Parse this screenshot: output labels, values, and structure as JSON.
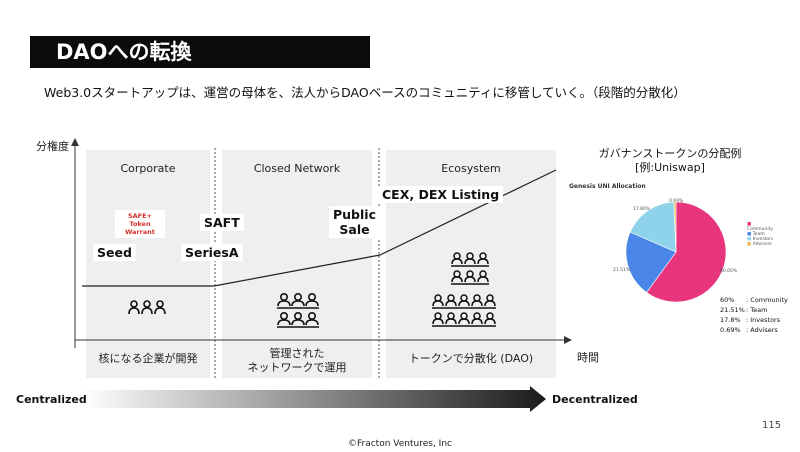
{
  "slide": {
    "title": "DAOへの転換",
    "subtitle": "Web3.0スタートアップは、運営の母体を、法人からDAOベースのコミュニティに移管していく。（段階的分散化）",
    "y_axis_label": "分権度",
    "x_axis_label": "時間",
    "page_number": "115",
    "copyright": "©Fracton Ventures, Inc"
  },
  "stages": [
    {
      "name": "Corporate",
      "bottom": "核になる企業が開発"
    },
    {
      "name": "Closed Network",
      "bottom": "管理された\nネットワークで運用"
    },
    {
      "name": "Ecosystem",
      "bottom": "トークンで分散化 (DAO)"
    }
  ],
  "tags": {
    "safe": "SAFE+\nToken\nWarrant",
    "seed": "Seed",
    "seriesA": "SeriesA",
    "saft": "SAFT",
    "public_sale": "Public\nSale",
    "listing": "CEX, DEX Listing"
  },
  "arrow": {
    "left": "Centralized",
    "right": "Decentralized"
  },
  "governance": {
    "caption": "ガバナンストークンの分配例\n[例:Uniswap]",
    "chart_title": "Genesis UNI Allocation",
    "legend": [
      "Community",
      "Team",
      "Investors",
      "Advisers"
    ],
    "slice_labels": [
      "60.00%",
      "21.51%",
      "17.80%",
      "0.69%"
    ],
    "breakdown": [
      {
        "pct": "60%",
        "label": ": Community"
      },
      {
        "pct": "21.51%",
        "label": ": Team"
      },
      {
        "pct": "17.8%",
        "label": ": Investors"
      },
      {
        "pct": "0.69%",
        "label": ": Advisers"
      }
    ]
  },
  "chart_data": {
    "type": "pie",
    "title": "Genesis UNI Allocation",
    "categories": [
      "Community",
      "Team",
      "Investors",
      "Advisers"
    ],
    "values": [
      60.0,
      21.51,
      17.8,
      0.69
    ],
    "colors": [
      "#e8347c",
      "#4a86e8",
      "#8fd3ea",
      "#f4b35a"
    ]
  },
  "colors": {
    "panel": "#efefef",
    "line": "#222222",
    "red_tag": "#d32f2f"
  }
}
